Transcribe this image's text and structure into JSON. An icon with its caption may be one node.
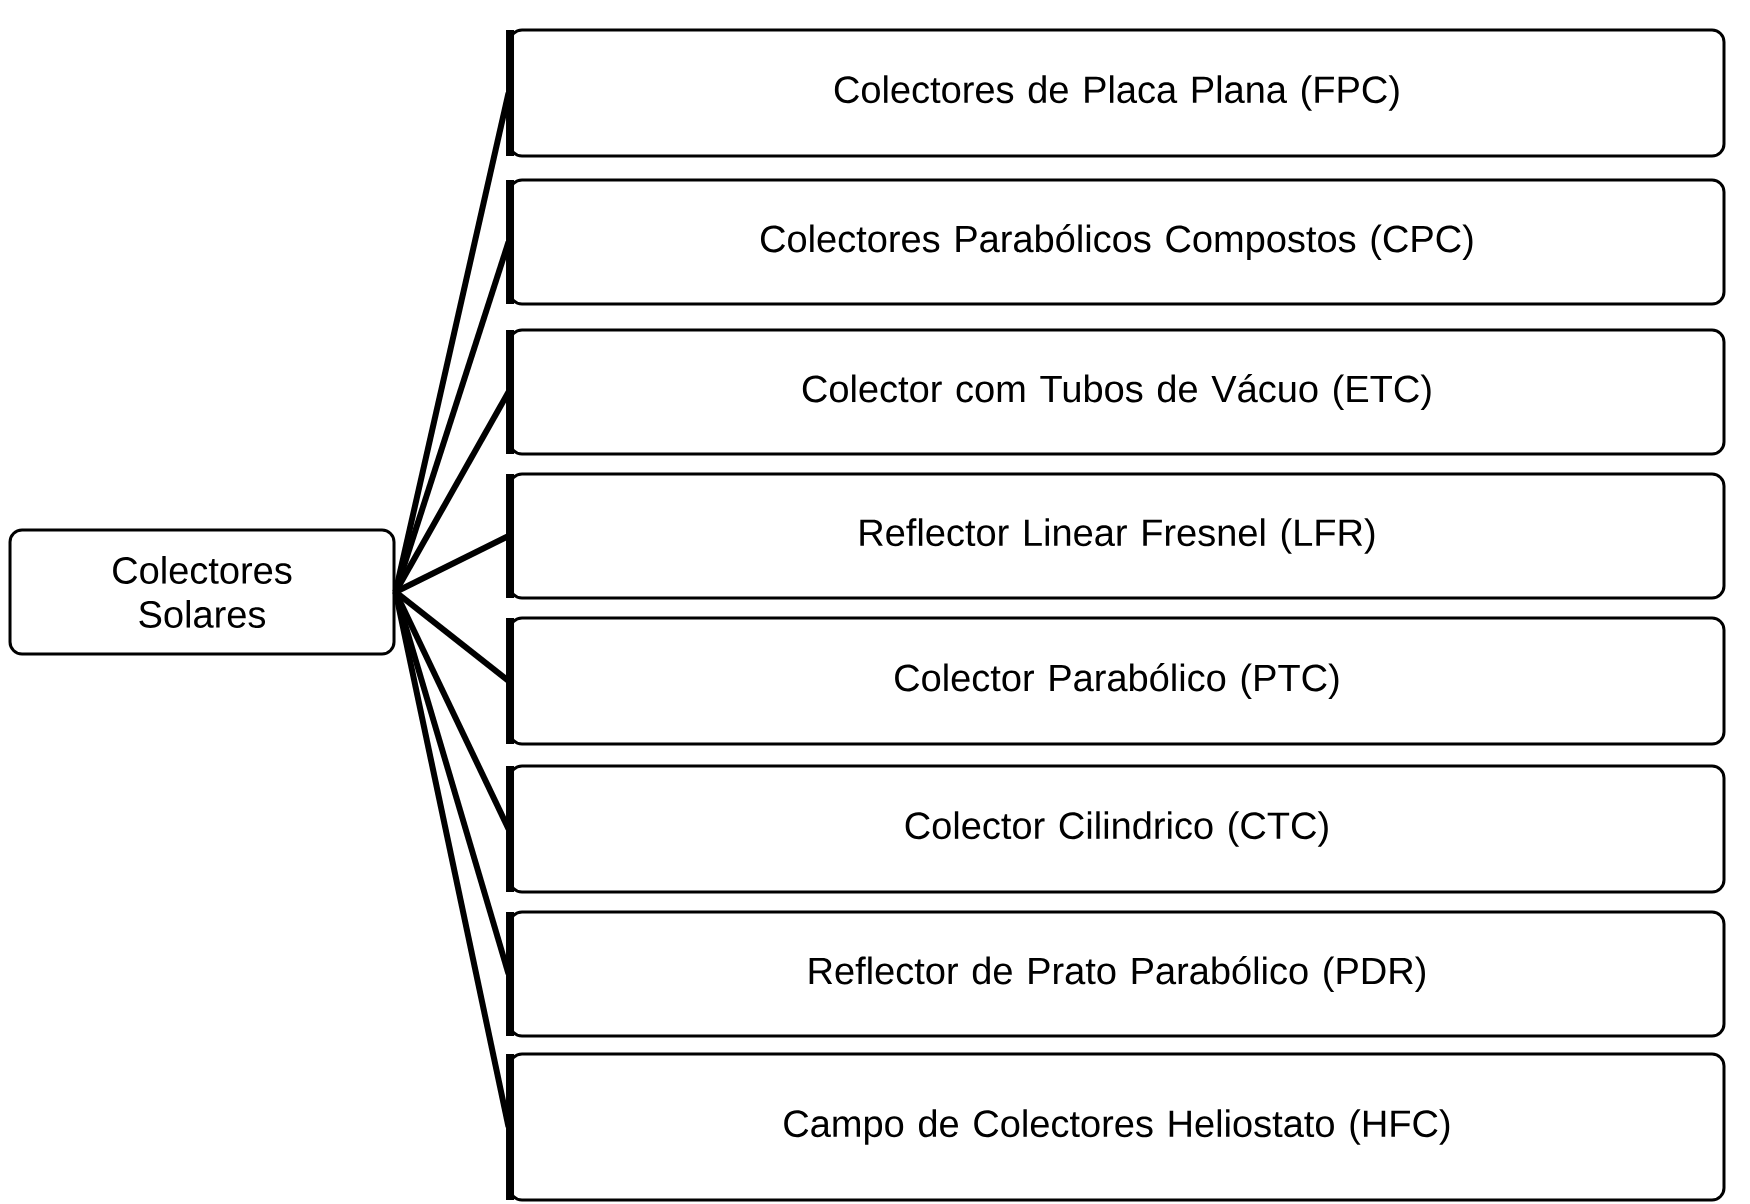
{
  "diagram": {
    "nodes": [
      {
        "text": [
          "Colectores Solares"
        ]
      },
      {
        "text": [
          "Colectores de Placa Plana (FPC)"
        ]
      },
      {
        "text": [
          "Colectores Parabólicos Compostos (CPC)"
        ]
      },
      {
        "text": [
          "Colector com Tubos de Vácuo  (ETC)"
        ]
      },
      {
        "text": [
          "Reflector Linear Fresnel (LFR)"
        ]
      },
      {
        "text": [
          "Colector Parabólico (PTC)"
        ]
      },
      {
        "text": [
          "Colector Cilindrico (CTC)"
        ]
      },
      {
        "text": [
          "Reflector de Prato Parabólico (PDR)"
        ]
      },
      {
        "text": [
          "Campo de Colectores Heliostato (HFC)"
        ]
      }
    ],
    "edges": [
      {
        "from": 0,
        "to": 1,
        "arrow": "none"
      },
      {
        "from": 0,
        "to": 2,
        "arrow": "none"
      },
      {
        "from": 0,
        "to": 3,
        "arrow": "none"
      },
      {
        "from": 0,
        "to": 4,
        "arrow": "none"
      },
      {
        "from": 0,
        "to": 5,
        "arrow": "none"
      },
      {
        "from": 0,
        "to": 6,
        "arrow": "none"
      },
      {
        "from": 0,
        "to": 7,
        "arrow": "none"
      },
      {
        "from": 0,
        "to": 8,
        "arrow": "none"
      }
    ]
  }
}
